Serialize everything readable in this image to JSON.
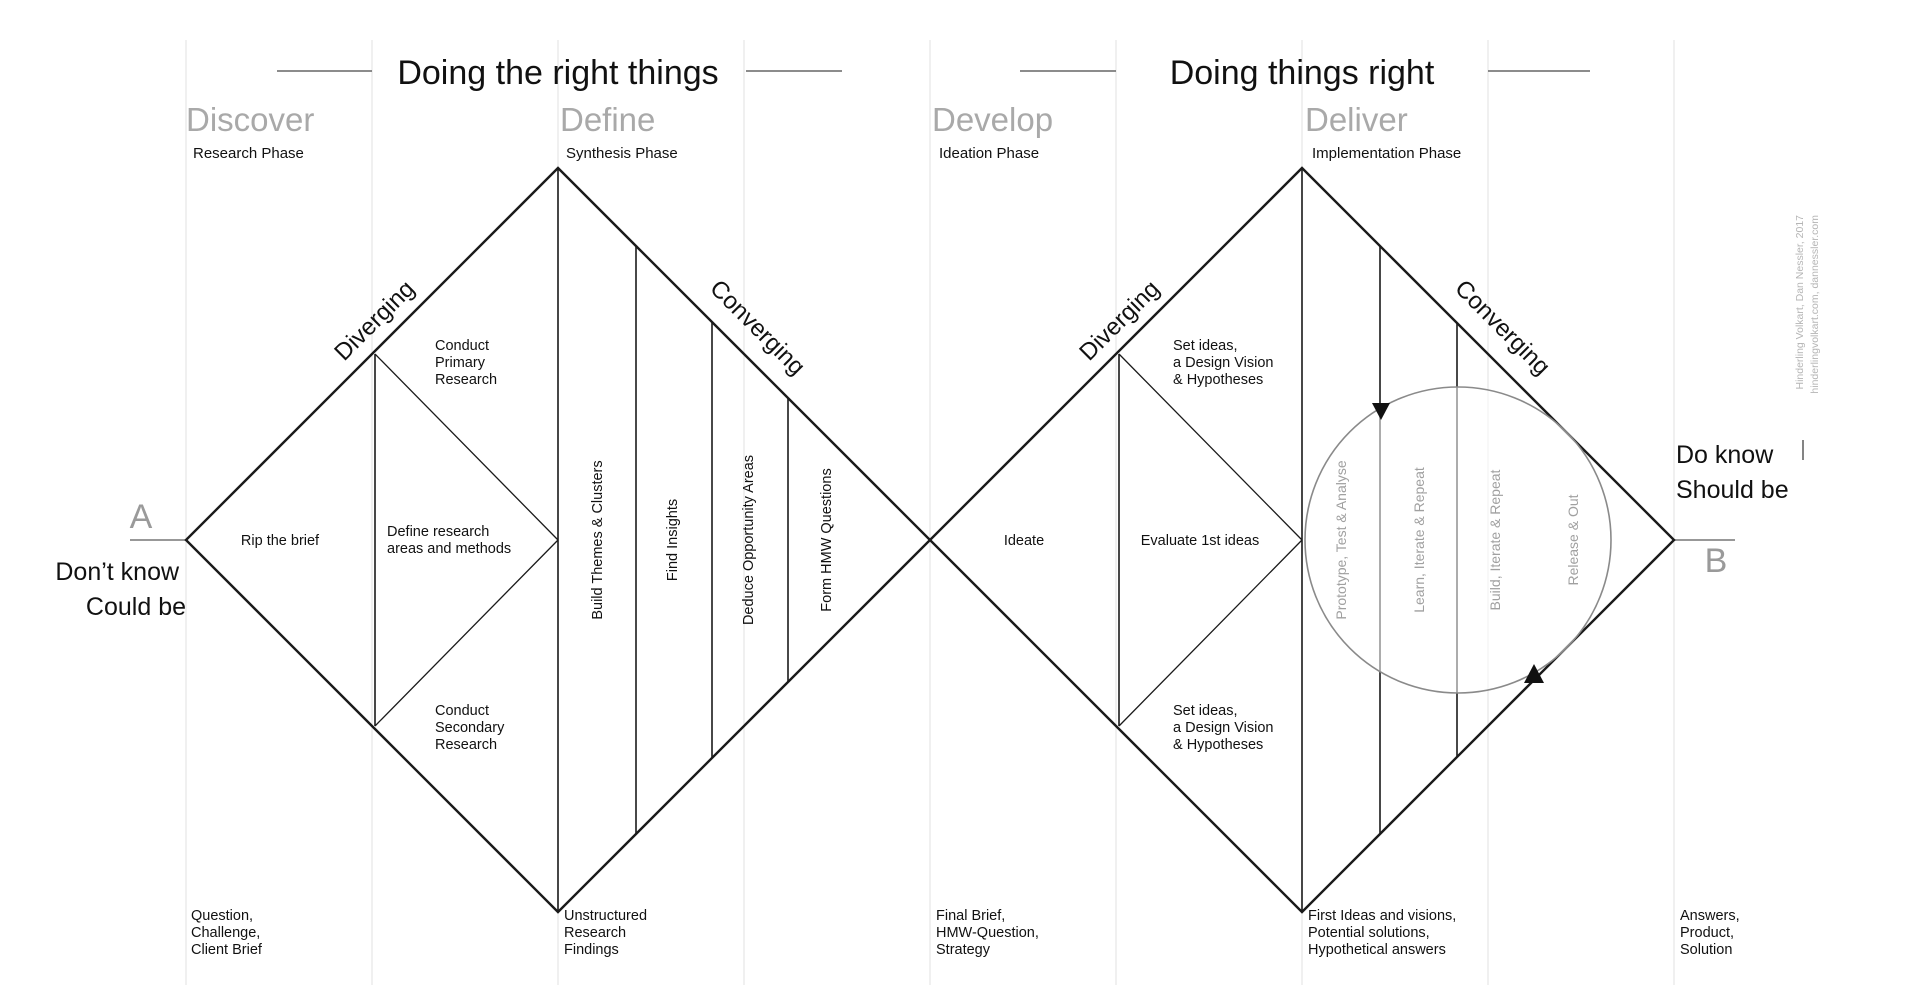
{
  "headlines": {
    "left": "Doing the right things",
    "right": "Doing things right"
  },
  "phases": [
    {
      "name": "Discover",
      "subtitle": "Research Phase"
    },
    {
      "name": "Define",
      "subtitle": "Synthesis Phase"
    },
    {
      "name": "Develop",
      "subtitle": "Ideation Phase"
    },
    {
      "name": "Deliver",
      "subtitle": "Implementation Phase"
    }
  ],
  "diamonds": {
    "left": {
      "diverging": "Diverging",
      "converging": "Converging",
      "rip_brief": "Rip the brief",
      "primary_research": [
        "Conduct",
        "Primary",
        "Research"
      ],
      "define_research": [
        "Define research",
        "areas and methods"
      ],
      "secondary_research": [
        "Conduct",
        "Secondary",
        "Research"
      ],
      "stages": [
        "Build Themes & Clusters",
        "Find Insights",
        "Deduce Opportunity Areas",
        "Form HMW Questions"
      ]
    },
    "right": {
      "diverging": "Diverging",
      "converging": "Converging",
      "ideate": "Ideate",
      "set_ideas_top": [
        "Set ideas,",
        "a Design Vision",
        "& Hypotheses"
      ],
      "evaluate": "Evaluate 1st ideas",
      "set_ideas_bottom": [
        "Set ideas,",
        "a Design Vision",
        "& Hypotheses"
      ],
      "loop_stages": [
        "Prototype, Test & Analyse",
        "Learn, Iterate & Repeat",
        "Build, Iterate & Repeat",
        "Release & Out"
      ]
    }
  },
  "endpoints": {
    "a": {
      "letter": "A",
      "lines": [
        "Don’t know",
        "Could be"
      ]
    },
    "b": {
      "letter": "B",
      "lines": [
        "Do know",
        "Should be"
      ]
    }
  },
  "outputs": [
    [
      "Question,",
      "Challenge,",
      "Client Brief"
    ],
    [
      "Unstructured",
      "Research",
      "Findings"
    ],
    [
      "Final Brief,",
      "HMW-Question,",
      "Strategy"
    ],
    [
      "First Ideas and visions,",
      "Potential solutions,",
      "Hypothetical answers"
    ],
    [
      "Answers,",
      "Product,",
      "Solution"
    ]
  ],
  "credit": [
    "Hinderling Volkart, Dan Nessler, 2017",
    "hinderlingvolkart.com, dannessler.com"
  ],
  "colors": {
    "line": "#1a1a1a",
    "guide": "#e6e6e6",
    "muted": "#a9a9a9"
  }
}
